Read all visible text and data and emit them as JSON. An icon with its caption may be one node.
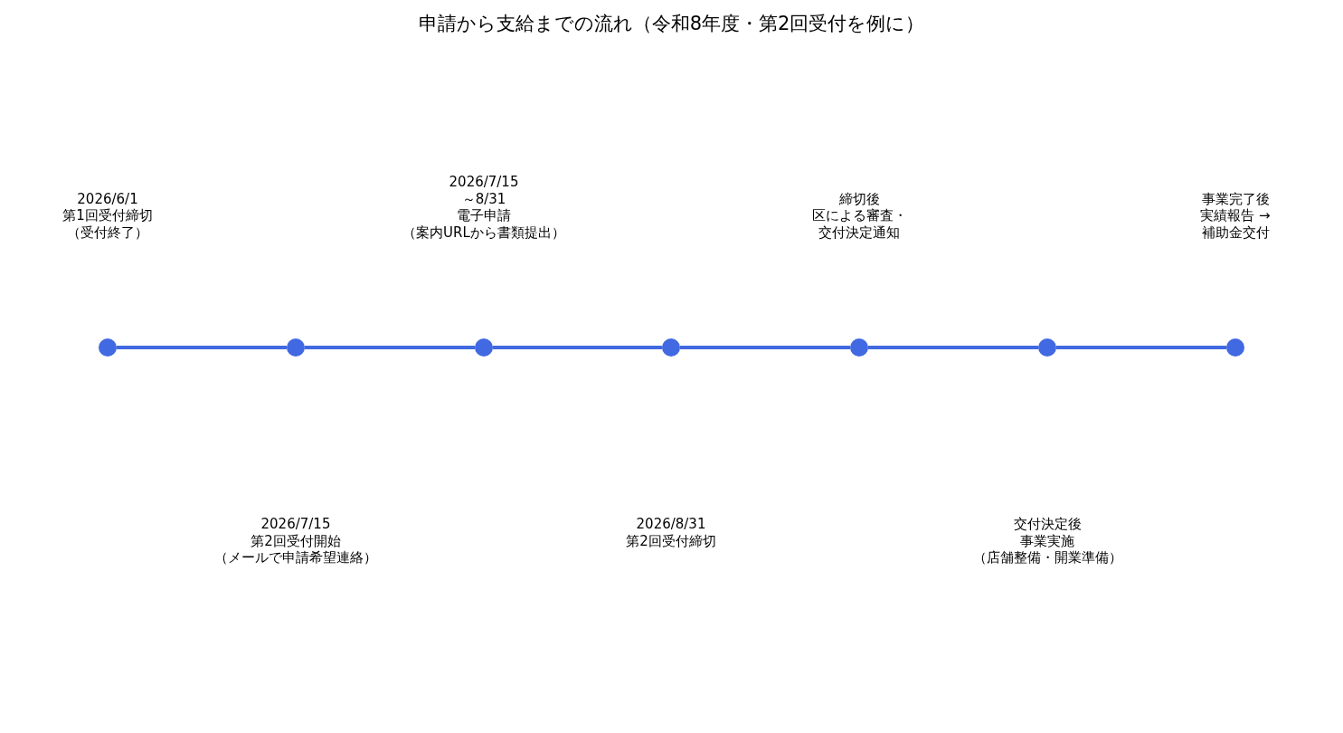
{
  "diagram": {
    "title": "申請から支給までの流れ（令和8年度・第2回受付を例に）",
    "nodes": [
      {
        "text": [],
        "shape": "circle",
        "beside": [
          "2026/6/1",
          "第1回受付締切",
          "（受付終了）"
        ]
      },
      {
        "text": [],
        "shape": "circle",
        "beside": [
          "2026/7/15",
          "第2回受付開始",
          "（メールで申請希望連絡）"
        ]
      },
      {
        "text": [],
        "shape": "circle",
        "beside": [
          "2026/7/15",
          "～8/31",
          "電子申請",
          "（案内URLから書類提出）"
        ]
      },
      {
        "text": [],
        "shape": "circle",
        "beside": [
          "2026/8/31",
          "第2回受付締切"
        ]
      },
      {
        "text": [],
        "shape": "circle",
        "beside": [
          "締切後",
          "区による審査・",
          "交付決定通知"
        ]
      },
      {
        "text": [],
        "shape": "circle",
        "beside": [
          "交付決定後",
          "事業実施",
          "（店舗整備・開業準備）"
        ]
      },
      {
        "text": [],
        "shape": "circle",
        "beside": [
          "事業完了後",
          "実績報告 →",
          "補助金交付"
        ]
      }
    ],
    "edges": [
      {
        "from": 0,
        "to": 1,
        "arrow": "none"
      },
      {
        "from": 1,
        "to": 2,
        "arrow": "none"
      },
      {
        "from": 2,
        "to": 3,
        "arrow": "none"
      },
      {
        "from": 3,
        "to": 4,
        "arrow": "none"
      },
      {
        "from": 4,
        "to": 5,
        "arrow": "none"
      },
      {
        "from": 5,
        "to": 6,
        "arrow": "none"
      }
    ]
  }
}
